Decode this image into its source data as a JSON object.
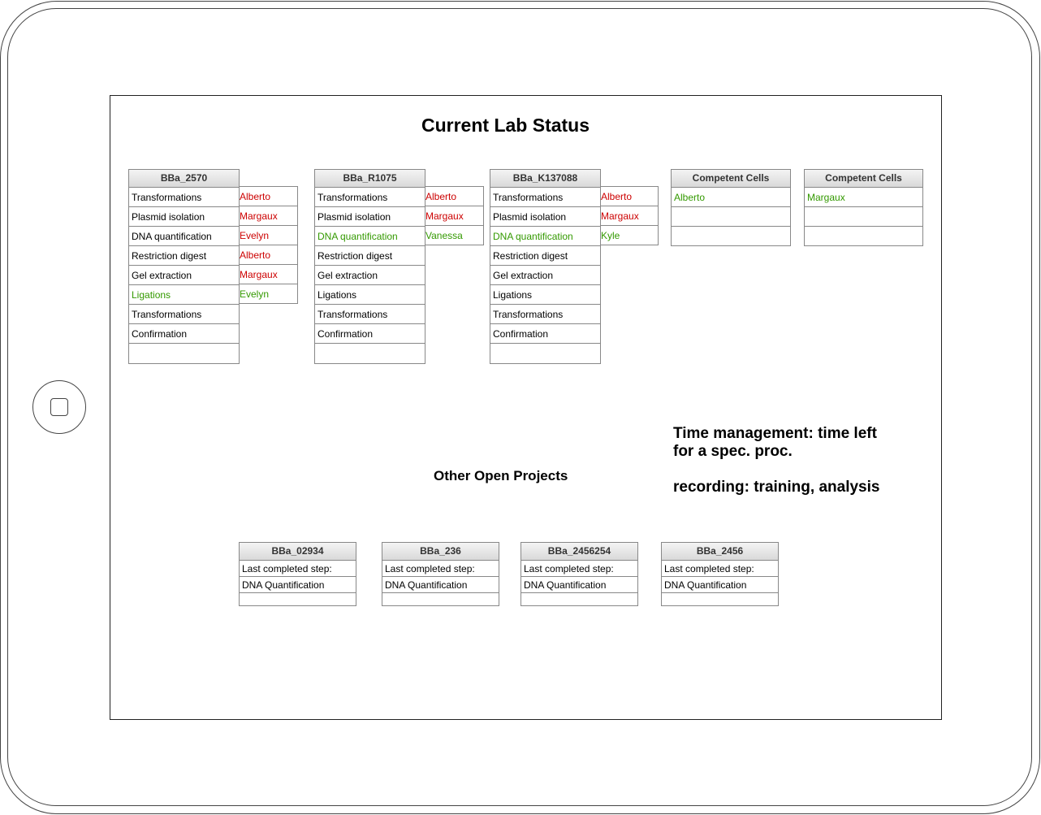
{
  "page": {
    "title": "Current Lab Status",
    "subtitle": "Other Open Projects",
    "note_lines": [
      "Time management: time left",
      "for a spec. proc.",
      "recording: training, analysis"
    ]
  },
  "colors": {
    "in_progress": "#cc0000",
    "done": "#339900"
  },
  "projects": [
    {
      "name": "BBa_2570",
      "steps": [
        {
          "label": "Transformations",
          "status": ""
        },
        {
          "label": "Plasmid isolation",
          "status": ""
        },
        {
          "label": "DNA quantification",
          "status": ""
        },
        {
          "label": "Restriction digest",
          "status": ""
        },
        {
          "label": "Gel extraction",
          "status": ""
        },
        {
          "label": "Ligations",
          "status": "done"
        },
        {
          "label": "Transformations",
          "status": ""
        },
        {
          "label": "Confirmation",
          "status": ""
        },
        {
          "label": "",
          "status": ""
        }
      ],
      "assignees": [
        {
          "name": "Alberto",
          "status": "in_progress"
        },
        {
          "name": "Margaux",
          "status": "in_progress"
        },
        {
          "name": "Evelyn",
          "status": "in_progress"
        },
        {
          "name": "Alberto",
          "status": "in_progress"
        },
        {
          "name": "Margaux",
          "status": "in_progress"
        },
        {
          "name": "Evelyn",
          "status": "done"
        }
      ]
    },
    {
      "name": "BBa_R1075",
      "steps": [
        {
          "label": "Transformations",
          "status": ""
        },
        {
          "label": "Plasmid isolation",
          "status": ""
        },
        {
          "label": "DNA quantification",
          "status": "done"
        },
        {
          "label": "Restriction digest",
          "status": ""
        },
        {
          "label": "Gel extraction",
          "status": ""
        },
        {
          "label": "Ligations",
          "status": ""
        },
        {
          "label": "Transformations",
          "status": ""
        },
        {
          "label": "Confirmation",
          "status": ""
        },
        {
          "label": "",
          "status": ""
        }
      ],
      "assignees": [
        {
          "name": "Alberto",
          "status": "in_progress"
        },
        {
          "name": "Margaux",
          "status": "in_progress"
        },
        {
          "name": "Vanessa",
          "status": "done"
        }
      ]
    },
    {
      "name": "BBa_K137088",
      "steps": [
        {
          "label": "Transformations",
          "status": ""
        },
        {
          "label": "Plasmid isolation",
          "status": ""
        },
        {
          "label": "DNA quantification",
          "status": "done"
        },
        {
          "label": "Restriction digest",
          "status": ""
        },
        {
          "label": "Gel extraction",
          "status": ""
        },
        {
          "label": "Ligations",
          "status": ""
        },
        {
          "label": "Transformations",
          "status": ""
        },
        {
          "label": "Confirmation",
          "status": ""
        },
        {
          "label": "",
          "status": ""
        }
      ],
      "assignees": [
        {
          "name": "Alberto",
          "status": "in_progress"
        },
        {
          "name": "Margaux",
          "status": "in_progress"
        },
        {
          "name": "Kyle",
          "status": "done"
        }
      ]
    }
  ],
  "competent_cells": [
    {
      "name": "Competent Cells",
      "rows": [
        {
          "label": "Alberto",
          "status": "done"
        },
        {
          "label": "",
          "status": ""
        },
        {
          "label": "",
          "status": ""
        }
      ]
    },
    {
      "name": "Competent Cells",
      "rows": [
        {
          "label": "Margaux",
          "status": "done"
        },
        {
          "label": "",
          "status": ""
        },
        {
          "label": "",
          "status": ""
        }
      ]
    }
  ],
  "open_projects": [
    {
      "name": "BBa_02934",
      "rows": [
        "Last completed step:",
        "DNA Quantification",
        ""
      ]
    },
    {
      "name": "BBa_236",
      "rows": [
        "Last completed step:",
        "DNA Quantification",
        ""
      ]
    },
    {
      "name": "BBa_2456254",
      "rows": [
        "Last completed step:",
        "DNA Quantification",
        ""
      ]
    },
    {
      "name": "BBa_2456",
      "rows": [
        "Last completed step:",
        "DNA Quantification",
        ""
      ]
    }
  ]
}
